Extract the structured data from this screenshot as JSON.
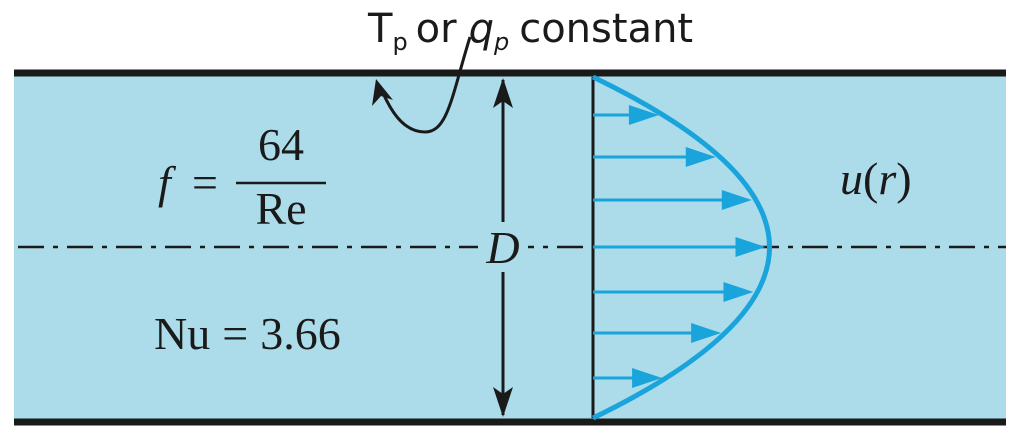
{
  "boundary_condition": {
    "t_symbol": "T",
    "t_subscript": "p",
    "or_text": "or",
    "q_symbol": "q",
    "q_subscript": "p",
    "constant_text": "constant"
  },
  "friction": {
    "lhs": "f",
    "equals": "=",
    "numerator": "64",
    "denominator": "Re"
  },
  "nusselt": {
    "label": "Nu",
    "equals": "=",
    "value": "3.66"
  },
  "diameter_label": "D",
  "velocity_profile": {
    "func": "u",
    "open_paren": "(",
    "arg": "r",
    "close_paren": ")"
  },
  "colors": {
    "fluid": "#acdcea",
    "wall": "#1a1a1a",
    "profile": "#19a4dc",
    "text": "#1a1a1a"
  }
}
